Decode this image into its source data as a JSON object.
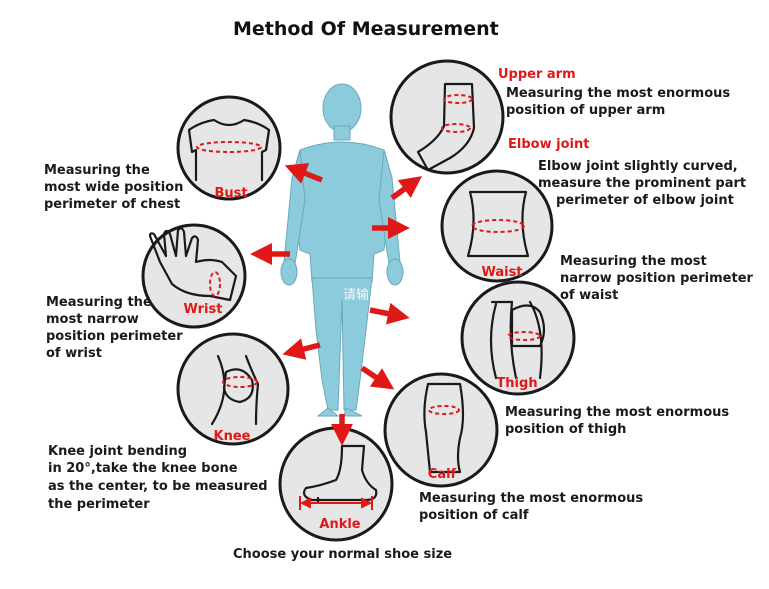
{
  "title": "Method Of Measurement",
  "colors": {
    "accent_red": "#e01818",
    "body_blue": "#8ccbdc",
    "circle_fill": "#e6e6e6",
    "outline": "#1a1a1a"
  },
  "watermark": "请输",
  "parts": {
    "upper_arm": {
      "heading": "Upper arm",
      "desc": [
        "Measuring the most enormous",
        "position of upper arm"
      ]
    },
    "elbow": {
      "heading": "Elbow joint",
      "desc": [
        "Elbow joint slightly curved,",
        "measure the prominent part",
        "perimeter of elbow joint"
      ]
    },
    "bust": {
      "label": "Bust",
      "desc": [
        "Measuring the",
        "most wide position",
        "perimeter of chest"
      ]
    },
    "waist": {
      "label": "Waist",
      "desc": [
        "Measuring the most",
        "narrow position perimeter",
        "of waist"
      ]
    },
    "wrist": {
      "label": "Wrist",
      "desc": [
        "Measuring the",
        "most narrow",
        "position perimeter",
        "of wrist"
      ]
    },
    "thigh": {
      "label": "Thigh",
      "desc": [
        "Measuring the most enormous",
        "position of thigh"
      ]
    },
    "knee": {
      "label": "Knee",
      "desc": [
        "Knee joint bending",
        "in 20°,take the knee bone",
        "as the center, to be measured",
        "the perimeter"
      ]
    },
    "calf": {
      "label": "Calf",
      "desc": [
        "Measuring the most enormous",
        "position of calf"
      ]
    },
    "ankle": {
      "label": "Ankle",
      "desc": [
        "Choose your normal shoe size"
      ]
    }
  }
}
